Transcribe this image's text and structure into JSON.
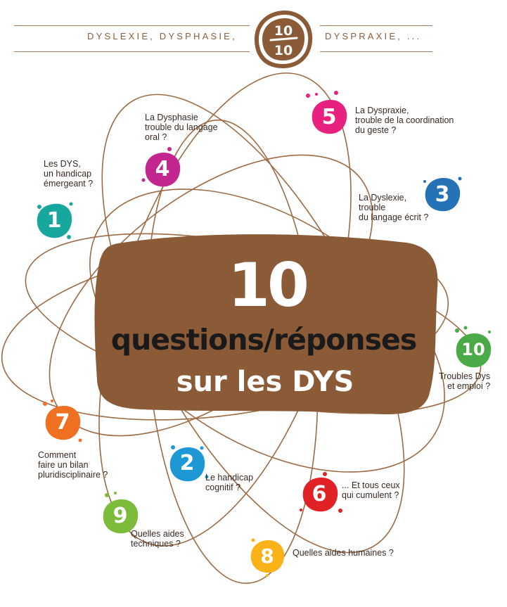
{
  "header": {
    "left_text": "DYSLEXIE, DYSPHASIE,",
    "right_text": "DYSPRAXIE, ...",
    "badge_top": "10",
    "badge_bottom": "10"
  },
  "title": {
    "big": "10",
    "line1": "questions/réponses",
    "line2": "sur les DYS"
  },
  "colors": {
    "brown": "#8b5a36",
    "orbit": "#9c6a45",
    "header_text": "#8b5e3c"
  },
  "items": [
    {
      "num": "1",
      "color": "#17a79f",
      "caption": "Les DYS,\nun handicap\némergeant ?"
    },
    {
      "num": "2",
      "color": "#1e98d4",
      "caption": "Le handicap\ncognitif ?"
    },
    {
      "num": "3",
      "color": "#2573b6",
      "caption": "La Dyslexie,\ntrouble\ndu langage écrit ?"
    },
    {
      "num": "4",
      "color": "#c4268f",
      "caption": "La Dysphasie\ntrouble du langage\noral ?"
    },
    {
      "num": "5",
      "color": "#e8207e",
      "caption": "La Dyspraxie,\ntrouble de la coordination\ndu geste ?"
    },
    {
      "num": "6",
      "color": "#e02226",
      "caption": "... Et tous ceux\nqui cumulent ?"
    },
    {
      "num": "7",
      "color": "#f07022",
      "caption": "Comment\nfaire un bilan\npluridisciplinaire ?"
    },
    {
      "num": "8",
      "color": "#f9b319",
      "caption": "Quelles aides humaines ?"
    },
    {
      "num": "9",
      "color": "#7dbb3a",
      "caption": "Quelles aides\ntechniques ?"
    },
    {
      "num": "10",
      "color": "#4aaa48",
      "caption": "Troubles Dys\net emploi ?"
    }
  ]
}
